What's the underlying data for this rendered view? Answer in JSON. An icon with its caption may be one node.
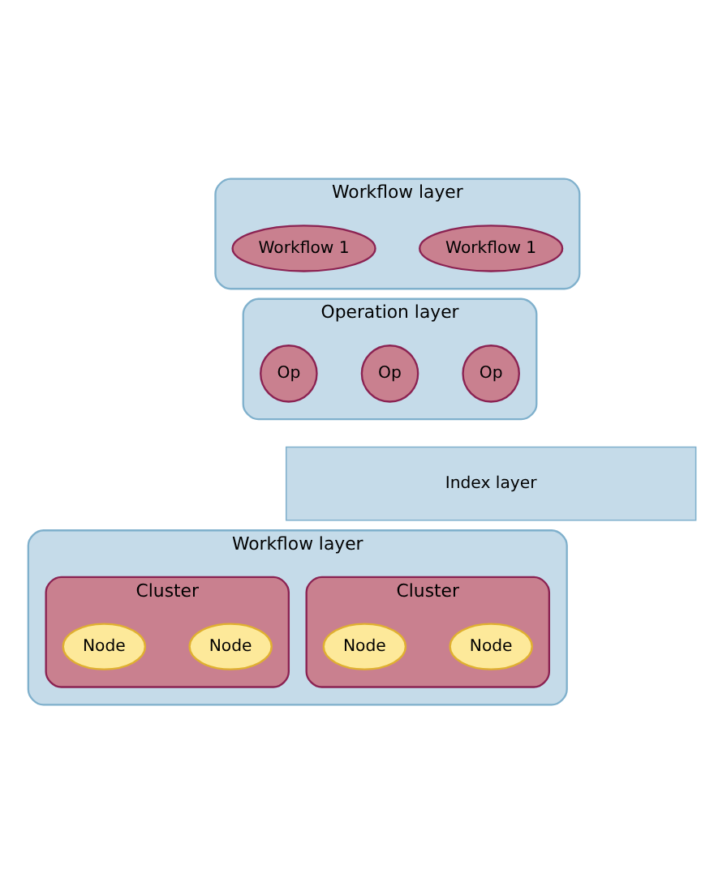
{
  "diagram": {
    "nodes": [
      {
        "text": [
          "Workflow layer"
        ]
      },
      {
        "text": [
          "Workflow 1"
        ],
        "in": 0
      },
      {
        "text": [
          "Workflow 1"
        ],
        "in": 0
      },
      {
        "text": [
          "Operation layer"
        ]
      },
      {
        "text": [
          "Op"
        ],
        "in": 3
      },
      {
        "text": [
          "Op"
        ],
        "in": 3
      },
      {
        "text": [
          "Op"
        ],
        "in": 3
      },
      {
        "text": [
          "Index layer"
        ]
      },
      {
        "text": [
          "Workflow layer"
        ]
      },
      {
        "text": [
          "Cluster"
        ],
        "in": 8
      },
      {
        "text": [
          "Node"
        ],
        "in": 9
      },
      {
        "text": [
          "Node"
        ],
        "in": 9
      },
      {
        "text": [
          "Cluster"
        ],
        "in": 8
      },
      {
        "text": [
          "Node"
        ],
        "in": 12
      },
      {
        "text": [
          "Node"
        ],
        "in": 12
      }
    ]
  }
}
